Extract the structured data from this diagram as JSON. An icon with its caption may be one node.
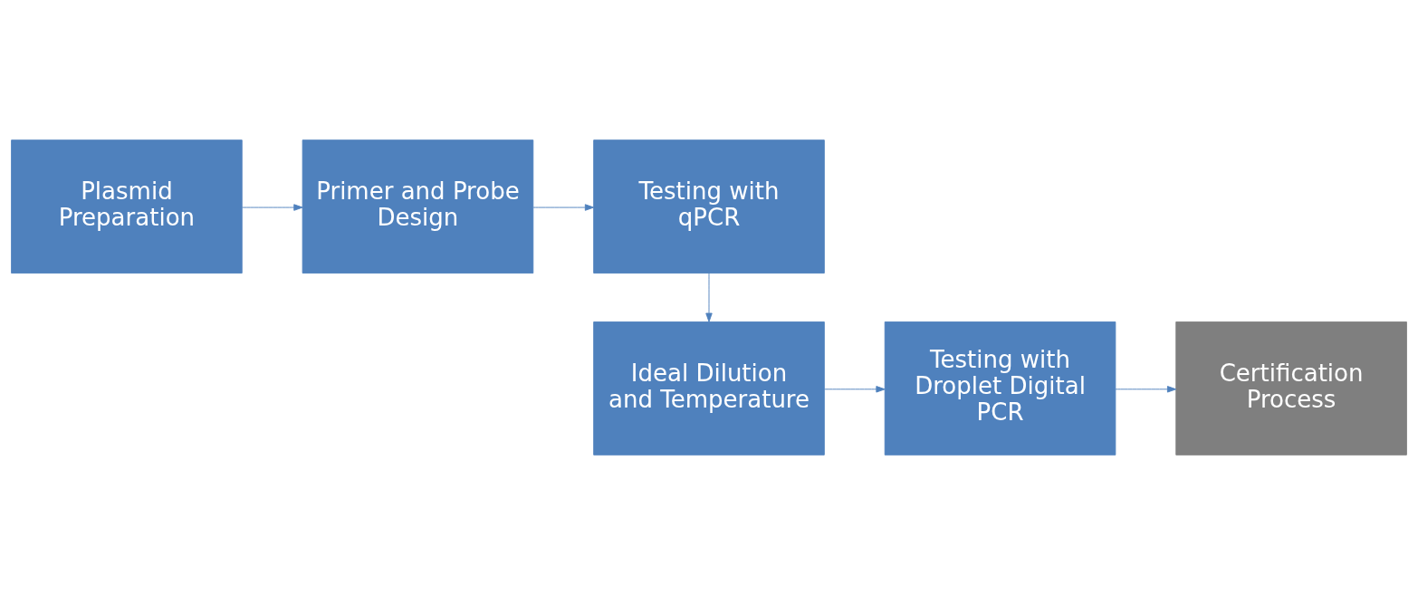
{
  "diagram": {
    "nodes": [
      {
        "text": [
          "Plasmid Preparation"
        ]
      },
      {
        "text": [
          "Primer and Probe Design"
        ]
      },
      {
        "text": [
          "Testing with qPCR"
        ]
      },
      {
        "text": [
          "Ideal Dilution and Temperature"
        ]
      },
      {
        "text": [
          "Testing with Droplet Digital PCR"
        ]
      },
      {
        "text": [
          "Certification Process"
        ]
      }
    ],
    "edges": [
      {
        "from": 0,
        "to": 1,
        "arrow": "to"
      },
      {
        "from": 1,
        "to": 2,
        "arrow": "to"
      },
      {
        "from": 2,
        "to": 3,
        "arrow": "to"
      },
      {
        "from": 3,
        "to": 4,
        "arrow": "to"
      },
      {
        "from": 4,
        "to": 5,
        "arrow": "to"
      }
    ]
  }
}
